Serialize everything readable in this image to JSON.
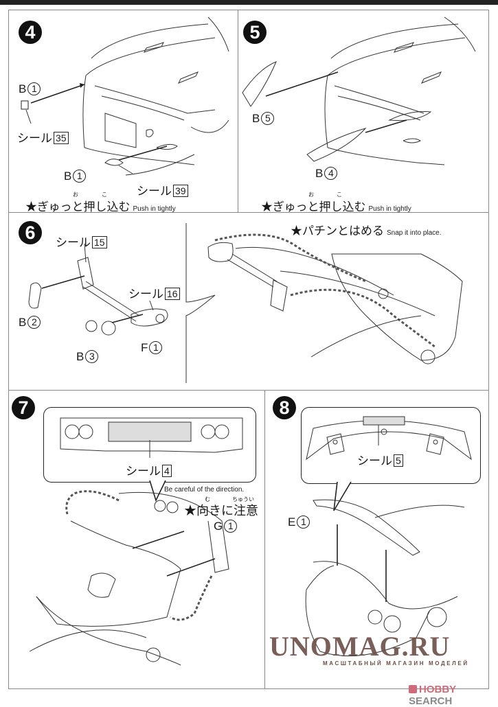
{
  "steps": [
    {
      "number": "4",
      "labels": [
        {
          "part": "B",
          "num": "1"
        },
        {
          "seal_prefix": "シール",
          "seal_num": "35"
        },
        {
          "part": "B",
          "num": "1"
        },
        {
          "seal_prefix": "シール",
          "seal_num": "39"
        }
      ],
      "note_jp": "★ぎゅっと押し込む",
      "note_ruby": [
        "お",
        "こ"
      ],
      "note_en": "Push in tightly"
    },
    {
      "number": "5",
      "labels": [
        {
          "part": "B",
          "num": "5"
        },
        {
          "part": "B",
          "num": "4"
        }
      ],
      "note_jp": "★ぎゅっと押し込む",
      "note_ruby": [
        "お",
        "こ"
      ],
      "note_en": "Push in tightly"
    },
    {
      "number": "6",
      "labels": [
        {
          "seal_prefix": "シール",
          "seal_num": "15"
        },
        {
          "seal_prefix": "シール",
          "seal_num": "16"
        },
        {
          "part": "B",
          "num": "2"
        },
        {
          "part": "B",
          "num": "3"
        },
        {
          "part": "F",
          "num": "1"
        }
      ],
      "note_jp": "★パチンとはめる",
      "note_en": "Snap it into place."
    },
    {
      "number": "7",
      "labels": [
        {
          "seal_prefix": "シール",
          "seal_num": "4"
        },
        {
          "part": "G",
          "num": "1"
        }
      ],
      "note_en": "Be careful of the direction.",
      "note_jp": "★向きに注意",
      "note_ruby": [
        "む",
        "ちゅうい"
      ]
    },
    {
      "number": "8",
      "labels": [
        {
          "seal_prefix": "シール",
          "seal_num": "5"
        },
        {
          "part": "E",
          "num": "1"
        }
      ]
    }
  ],
  "watermark": {
    "main": "UNOMAG.RU",
    "sub": "МАСШТАБНЫЙ МАГАЗИН МОДЕЛЕЙ"
  },
  "source_logo": {
    "part1": "HOBBY",
    "part2": " SEARCH",
    "icon": "hobby-search-logo-icon"
  }
}
